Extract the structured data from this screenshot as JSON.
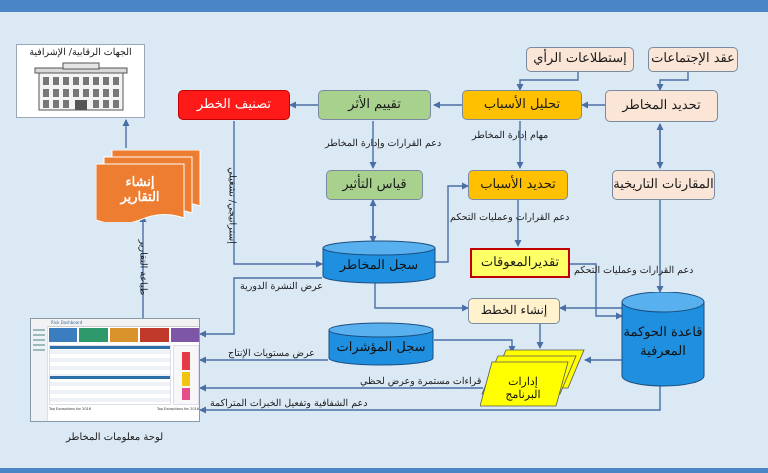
{
  "nodes": {
    "supervisory": "الجهات الرقابية/ الإشرافية",
    "survey": "إستطلاعات الرأي",
    "meetings": "عقد الإجتماعات",
    "classify": "تصنيف الخطر",
    "impact_eval": "تقييم الأثر",
    "cause_analysis": "تحليل الأسباب",
    "risk_identify": "تحديد المخاطر",
    "impact_measure": "قياس التأثير",
    "cause_identify": "تحديد الأسباب",
    "historical": "المقارنات التاريخية",
    "reports_line1": "إنشاء",
    "reports_line2": "التقارير",
    "risk_register": "سجل المخاطر",
    "obstacles": "تقديرالمعوقات",
    "plans": "إنشاء الخطط",
    "kpi_register": "سجل المؤشرات",
    "kb_line1": "قاعدة الحوكمة",
    "kb_line2": "المعرفية",
    "prog_line1": "إدارات",
    "prog_line2": "البرنامج",
    "dashboard_caption": "لوحة معلومات المخاطر"
  },
  "labels": {
    "decision_support_top": "دعم القرارات وإدارة المخاطر",
    "risk_tasks": "مهام إدارة المخاطر",
    "decision_control_mid": "دعم القرارات وعمليات التحكم",
    "decision_control_right": "دعم القرارات وعمليات التحكم",
    "strategic_ops": "إستراتيجي/ تشغيلي",
    "print_reports": "طباعة التقارير",
    "periodic": "عرض النشرة الدورية",
    "productivity": "عرض مستويات الإنتاج",
    "readings": "قراءات مستمرة وعرض لحظي",
    "transparency": "دعم الشفافية وتفعيل الخبرات المتراكمة"
  },
  "dashboard": {
    "header_title": "Risk Dashboard",
    "footer_left": "Top Exceptions for 2016",
    "footer_right": "Top Exceptions for 2016"
  },
  "colors": {
    "classify": "#ff1a1a",
    "green": "#a9d18e",
    "orange": "#ffc000",
    "peach": "#fbe5d6",
    "report_orange": "#ed7d31",
    "cylinder_blue": "#1f8fe0",
    "plans_fill": "#fff2cc",
    "yellow": "#ffff00",
    "obstacles": "#ffff66",
    "arrow": "#4a6fa5"
  }
}
